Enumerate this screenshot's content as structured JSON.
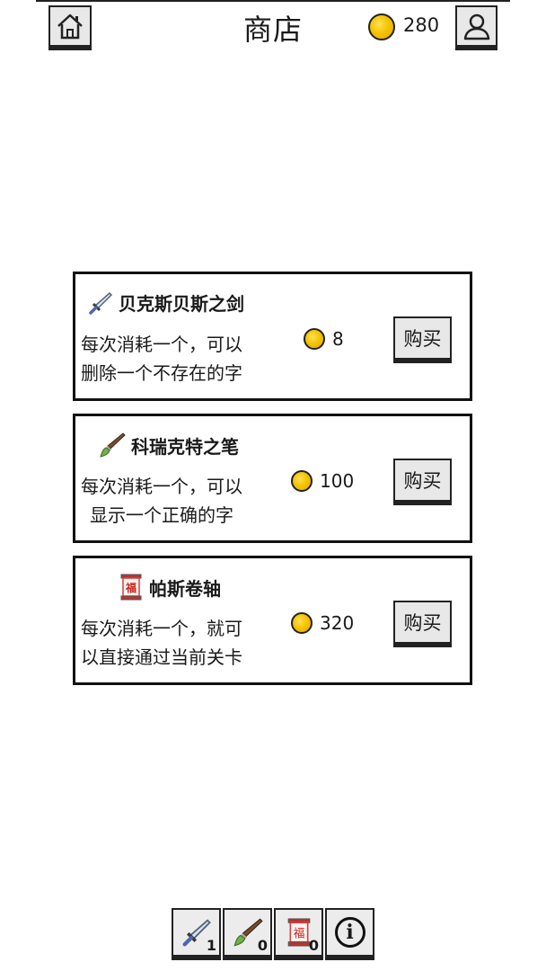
{
  "header": {
    "title": "商店",
    "coin_icon": "coin-icon",
    "coin_balance": "280",
    "home_icon": "home-icon",
    "profile_icon": "user-icon"
  },
  "shop_items": [
    {
      "name": "贝克斯贝斯之剑",
      "icon": "sword-icon",
      "description_line1": "每次消耗一个，可以",
      "description_line2": "删除一个不存在的字",
      "price": "8",
      "buy_label": "购买"
    },
    {
      "name": "科瑞克特之笔",
      "icon": "paintbrush-icon",
      "description_line1": "每次消耗一个，可以",
      "description_line2": "显示一个正确的字",
      "price": "100",
      "buy_label": "购买"
    },
    {
      "name": "帕斯卷轴",
      "icon": "scroll-icon",
      "description_line1": "每次消耗一个，就可",
      "description_line2": "以直接通过当前关卡",
      "price": "320",
      "buy_label": "购买",
      "scroll_glyph": "福"
    }
  ],
  "inventory": [
    {
      "icon": "sword-icon",
      "count": "1"
    },
    {
      "icon": "paintbrush-icon",
      "count": "0"
    },
    {
      "icon": "scroll-icon",
      "count": "0"
    }
  ],
  "info_icon": "info-icon",
  "info_glyph": "i",
  "colors": {
    "coin": "#f5c400",
    "border": "#111111",
    "button_face": "#e8e8e8"
  }
}
